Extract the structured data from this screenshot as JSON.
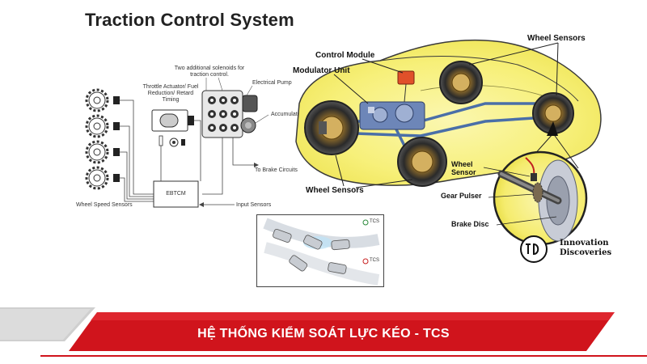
{
  "title": "Traction Control System",
  "schematic": {
    "solenoids_note": "Two additional solenoids for traction control.",
    "throttle_label": "Throttle Actuator/ Fuel Reduction/ Retard Timing",
    "electrical_pump": "Electrical Pump",
    "accumulator": "Accumulator",
    "to_brake_circuits": "To Brake Circuits",
    "ebtcm": "EBTCM",
    "wheel_speed_sensors": "Wheel Speed Sensors",
    "input_sensors": "Input Sensors"
  },
  "inset": {
    "tcs_on": "TCS",
    "tcs_off": "TCS"
  },
  "car": {
    "control_module": "Control Module",
    "modulator_unit": "Modulator Unit",
    "wheel_sensors_top": "Wheel Sensors",
    "wheel_sensors_bottom": "Wheel Sensors"
  },
  "detail": {
    "wheel_sensor": "Wheel Sensor",
    "gear_pulser": "Gear Pulser",
    "brake_disc": "Brake Disc"
  },
  "logo": {
    "line1": "Innovation",
    "line2": "Discoveries"
  },
  "banner": {
    "text": "HỆ THỐNG KIỂM SOÁT LỰC KÉO - TCS"
  },
  "colors": {
    "banner_red": "#d0141c",
    "car_glow": "#f7f07a",
    "pipe_blue": "#4a6fa8"
  }
}
